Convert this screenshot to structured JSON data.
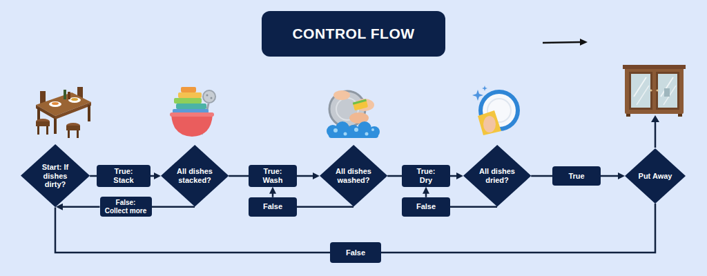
{
  "diagram": {
    "title": "CONTROL FLOW",
    "nodes": [
      {
        "text": [
          "Start: If dishes dirty?"
        ]
      },
      {
        "text": [
          "True: Stack"
        ]
      },
      {
        "text": [
          "False: Collect more"
        ]
      },
      {
        "text": [
          "All dishes stacked?"
        ]
      },
      {
        "text": [
          "True: Wash"
        ]
      },
      {
        "text": [
          "False"
        ]
      },
      {
        "text": [
          "All dishes washed?"
        ]
      },
      {
        "text": [
          "True: Dry"
        ]
      },
      {
        "text": [
          "False"
        ]
      },
      {
        "text": [
          "All dishes dried?"
        ]
      },
      {
        "text": [
          "True"
        ]
      },
      {
        "text": [
          "Put Away"
        ]
      },
      {
        "text": [
          "False"
        ]
      }
    ],
    "edges": [
      {
        "from": 0,
        "to": 1,
        "arrow": "none"
      },
      {
        "from": 1,
        "to": 3,
        "arrow": "to"
      },
      {
        "from": 3,
        "to": 2,
        "arrow": "none"
      },
      {
        "from": 2,
        "to": 0,
        "arrow": "to"
      },
      {
        "from": 3,
        "to": 4,
        "arrow": "none"
      },
      {
        "from": 4,
        "to": 6,
        "arrow": "to"
      },
      {
        "from": 6,
        "to": 5,
        "arrow": "none"
      },
      {
        "from": 5,
        "to": 4,
        "arrow": "to"
      },
      {
        "from": 6,
        "to": 7,
        "arrow": "none"
      },
      {
        "from": 7,
        "to": 9,
        "arrow": "to"
      },
      {
        "from": 9,
        "to": 8,
        "arrow": "none"
      },
      {
        "from": 8,
        "to": 7,
        "arrow": "to"
      },
      {
        "from": 9,
        "to": 10,
        "arrow": "none"
      },
      {
        "from": 10,
        "to": 11,
        "arrow": "to"
      },
      {
        "from": 11,
        "to": 12,
        "arrow": "none"
      },
      {
        "from": 12,
        "to": 0,
        "arrow": "none"
      }
    ]
  }
}
